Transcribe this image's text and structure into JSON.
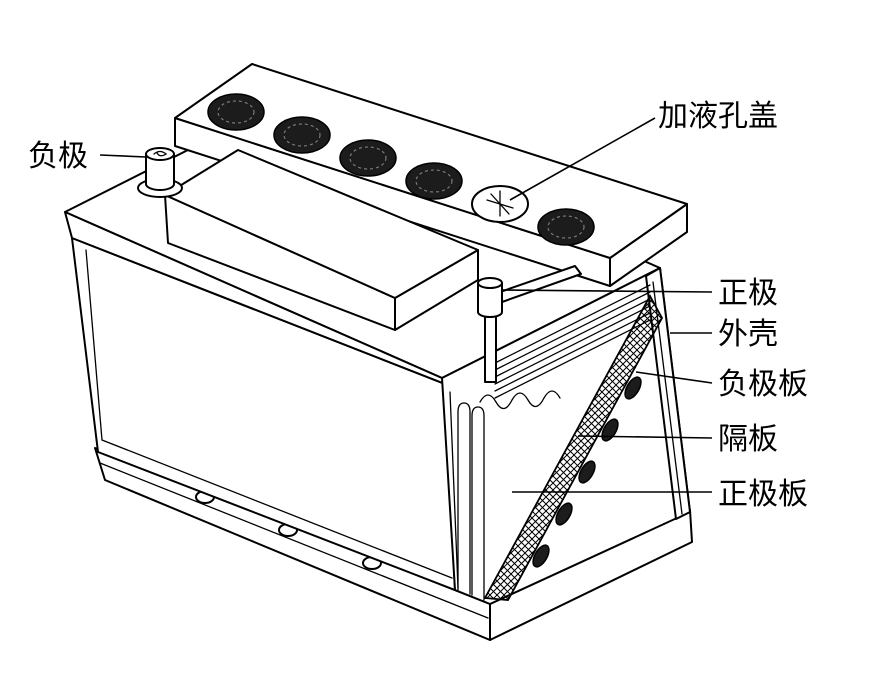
{
  "labels": {
    "negative_terminal": "负极",
    "filler_cap": "加液孔盖",
    "positive_terminal": "正极",
    "case": "外壳",
    "negative_plate": "负极板",
    "separator": "隔板",
    "positive_plate": "正极板"
  },
  "colors": {
    "line": "#000000",
    "background": "#ffffff"
  }
}
